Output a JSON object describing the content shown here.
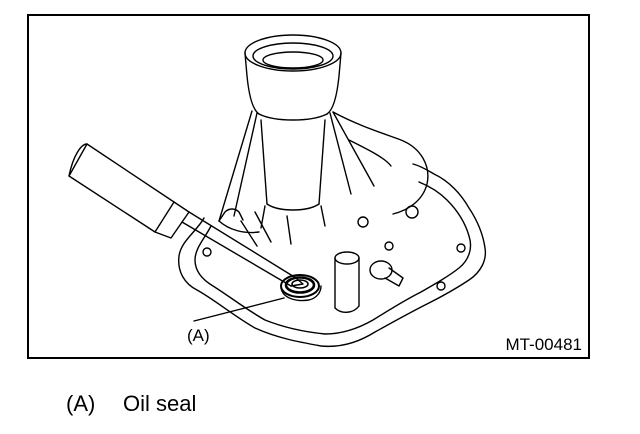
{
  "figure": {
    "callout_label": "(A)",
    "figure_code": "MT-00481"
  },
  "legend": [
    {
      "key": "(A)",
      "description": "Oil seal"
    }
  ]
}
